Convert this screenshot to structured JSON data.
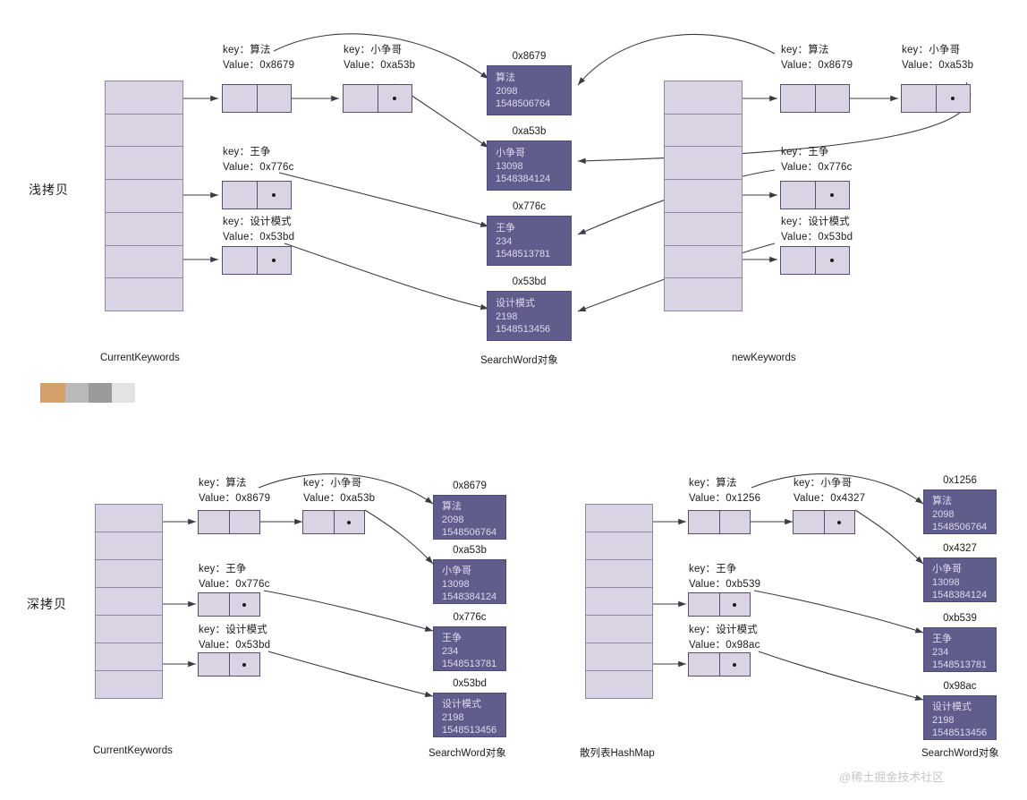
{
  "sections": {
    "shallow": {
      "label": "浅拷贝",
      "left_caption": "CurrentKeywords",
      "objects_caption": "SearchWord对象",
      "right_caption": "newKeywords"
    },
    "deep": {
      "label": "深拷贝",
      "left_caption": "CurrentKeywords",
      "left_objects_caption": "SearchWord对象",
      "right_caption": "散列表HashMap",
      "right_objects_caption": "SearchWord对象"
    }
  },
  "labels": {
    "key_prefix": "key：",
    "value_prefix": "Value：",
    "keys": {
      "algorithm": "算法",
      "xiaozhengge": "小争哥",
      "wangzheng": "王争",
      "design_pattern": "设计模式"
    }
  },
  "shallow_left_nodes": [
    {
      "key": "key：算法",
      "value": "Value：0x8679",
      "terminal": false
    },
    {
      "key": "key：小争哥",
      "value": "Value：0xa53b",
      "terminal": true
    },
    {
      "key": "key：王争",
      "value": "Value：0x776c",
      "terminal": true
    },
    {
      "key": "key：设计模式",
      "value": "Value：0x53bd",
      "terminal": true
    }
  ],
  "shallow_right_nodes": [
    {
      "key": "key：算法",
      "value": "Value：0x8679",
      "terminal": false
    },
    {
      "key": "key：小争哥",
      "value": "Value：0xa53b",
      "terminal": true
    },
    {
      "key": "key：王争",
      "value": "Value：0x776c",
      "terminal": true
    },
    {
      "key": "key：设计模式",
      "value": "Value：0x53bd",
      "terminal": true
    }
  ],
  "shallow_objects": [
    {
      "addr": "0x8679",
      "name": "算法",
      "count": "2098",
      "time": "1548506764"
    },
    {
      "addr": "0xa53b",
      "name": "小争哥",
      "count": "13098",
      "time": "1548384124"
    },
    {
      "addr": "0x776c",
      "name": "王争",
      "count": "234",
      "time": "1548513781"
    },
    {
      "addr": "0x53bd",
      "name": "设计模式",
      "count": "2198",
      "time": "1548513456"
    }
  ],
  "deep_left_nodes": [
    {
      "key": "key：算法",
      "value": "Value：0x8679",
      "terminal": false
    },
    {
      "key": "key：小争哥",
      "value": "Value：0xa53b",
      "terminal": true
    },
    {
      "key": "key：王争",
      "value": "Value：0x776c",
      "terminal": true
    },
    {
      "key": "key：设计模式",
      "value": "Value：0x53bd",
      "terminal": true
    }
  ],
  "deep_left_objects": [
    {
      "addr": "0x8679",
      "name": "算法",
      "count": "2098",
      "time": "1548506764"
    },
    {
      "addr": "0xa53b",
      "name": "小争哥",
      "count": "13098",
      "time": "1548384124"
    },
    {
      "addr": "0x776c",
      "name": "王争",
      "count": "234",
      "time": "1548513781"
    },
    {
      "addr": "0x53bd",
      "name": "设计模式",
      "count": "2198",
      "time": "1548513456"
    }
  ],
  "deep_right_nodes": [
    {
      "key": "key：算法",
      "value": "Value：0x1256",
      "terminal": false
    },
    {
      "key": "key：小争哥",
      "value": "Value：0x4327",
      "terminal": true
    },
    {
      "key": "key：王争",
      "value": "Value：0xb539",
      "terminal": true
    },
    {
      "key": "key：设计模式",
      "value": "Value：0x98ac",
      "terminal": true
    }
  ],
  "deep_right_objects": [
    {
      "addr": "0x1256",
      "name": "算法",
      "count": "2098",
      "time": "1548506764"
    },
    {
      "addr": "0x4327",
      "name": "小争哥",
      "count": "13098",
      "time": "1548384124"
    },
    {
      "addr": "0xb539",
      "name": "王争",
      "count": "234",
      "time": "1548513781"
    },
    {
      "addr": "0x98ac",
      "name": "设计模式",
      "count": "2198",
      "time": "1548513456"
    }
  ],
  "swatch": [
    "#d3a06b",
    "#b9b9b9",
    "#9a9a9a",
    "#e3e3e3"
  ],
  "watermark": "@稀土掘金技术社区",
  "colors": {
    "object_fill": "#605d8d",
    "object_text": "#ddd9ec",
    "array_fill": "#d9d3e4",
    "array_border": "#8d88a8",
    "stroke": "#3b3b46"
  }
}
